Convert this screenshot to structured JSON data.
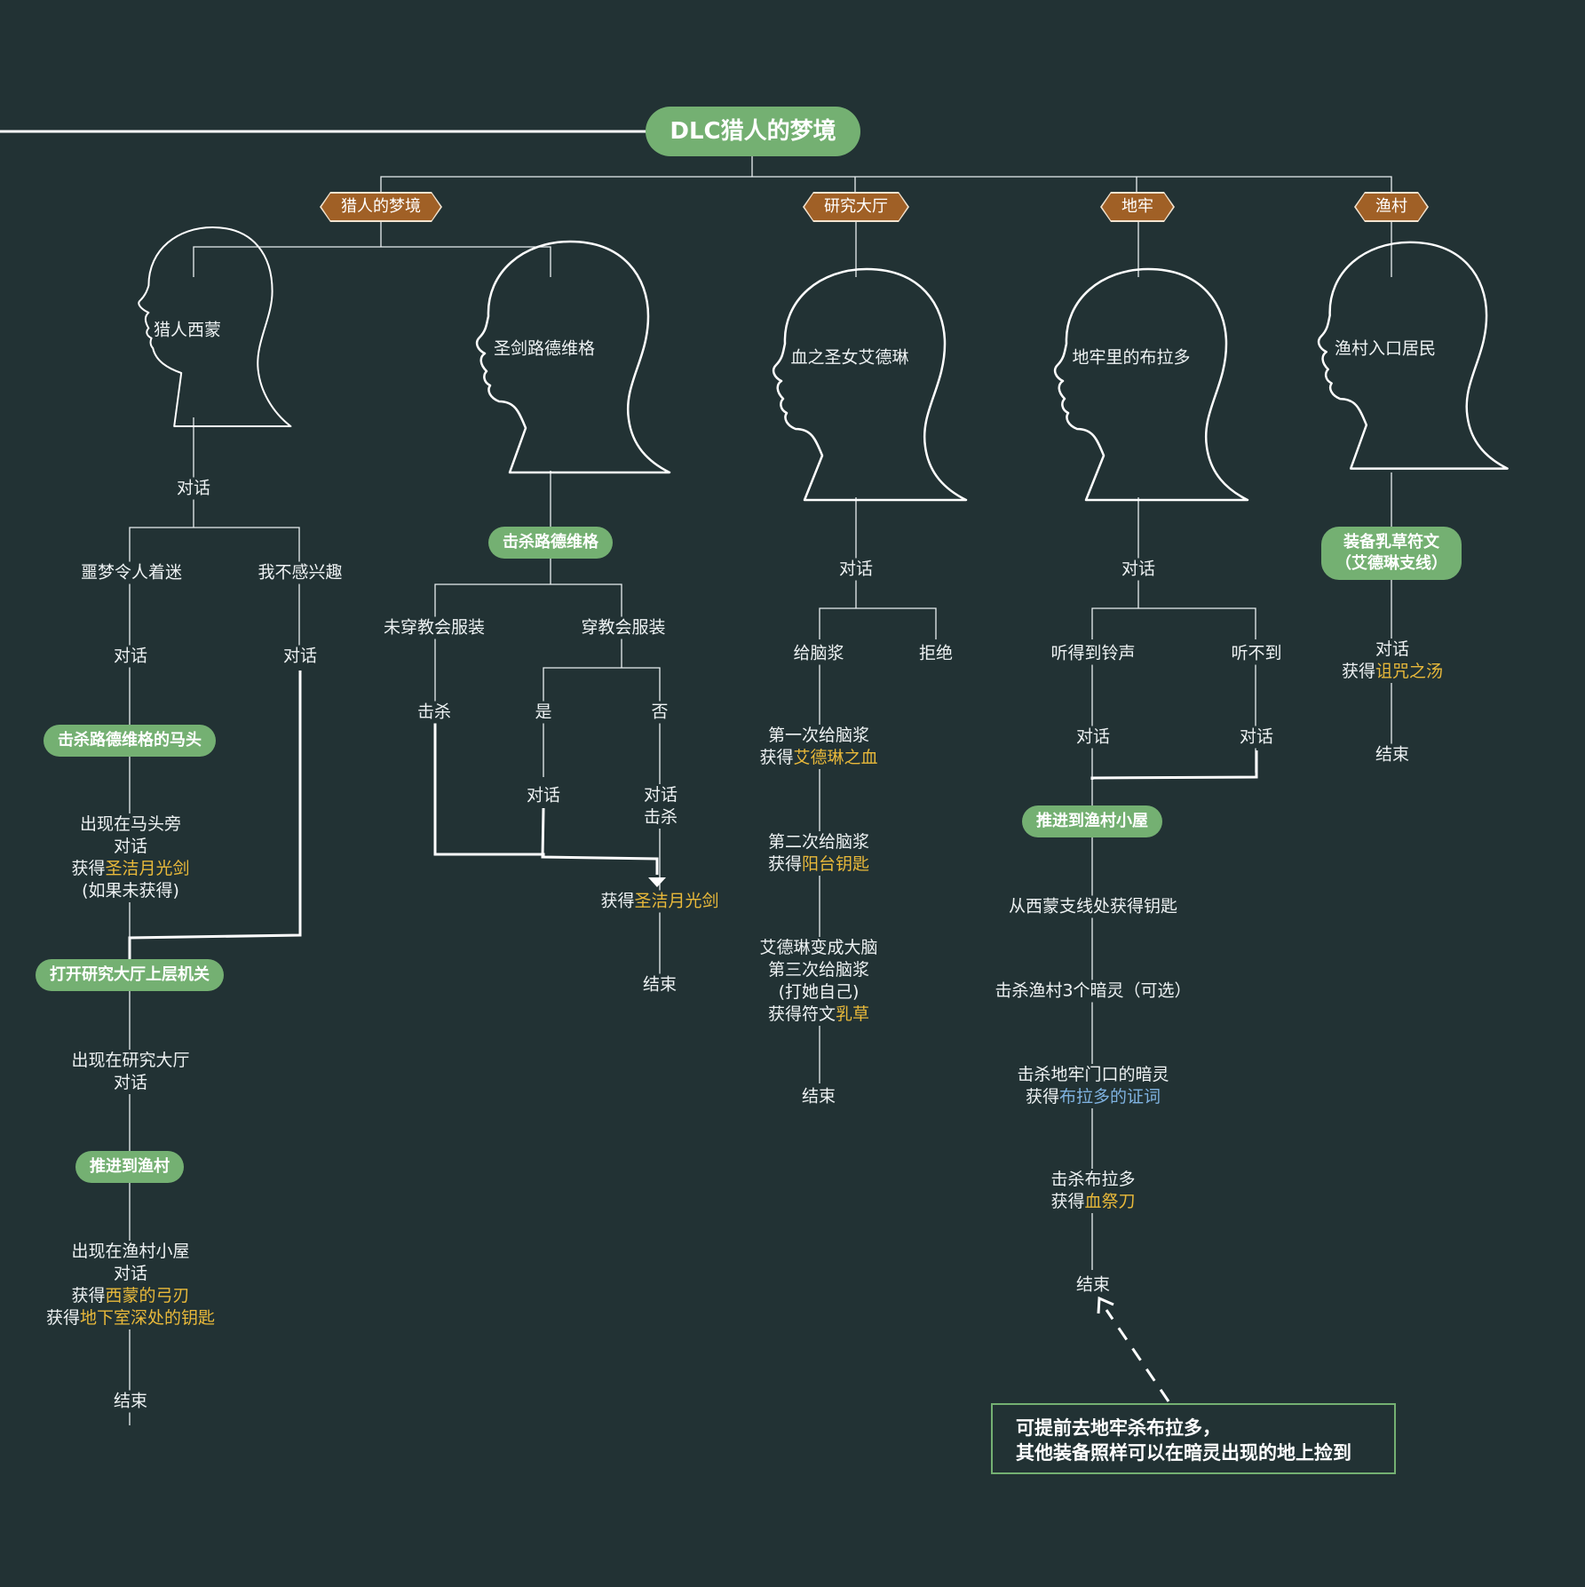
{
  "root": "DLC猎人的梦境",
  "categories": {
    "dream": "猎人的梦境",
    "lecture": "研究大厅",
    "dungeon": "地牢",
    "village": "渔村"
  },
  "heads": {
    "simon": "猎人西蒙",
    "ludwig": "圣剑路德维格",
    "adeline": "血之圣女艾德琳",
    "brador": "地牢里的布拉多",
    "villager": "渔村入口居民"
  },
  "simon": {
    "talk": "对话",
    "opt1": "噩梦令人着迷",
    "opt2": "我不感兴趣",
    "talk_a": "对话",
    "talk_b": "对话",
    "pill1": "击杀路德维格的马头",
    "appear1": [
      "出现在马头旁",
      "对话"
    ],
    "get1_prefix": "获得",
    "get1_item": "圣洁月光剑",
    "appear1_note": "(如果未获得)",
    "pill2": "打开研究大厅上层机关",
    "appear2": [
      "出现在研究大厅",
      "对话"
    ],
    "pill3": "推进到渔村",
    "appear3": [
      "出现在渔村小屋",
      "对话"
    ],
    "get2_prefix": "获得",
    "get2_item": "西蒙的弓刃",
    "get3_prefix": "获得",
    "get3_item": "地下室深处的钥匙",
    "end": "结束"
  },
  "ludwig": {
    "pill": "击杀路德维格",
    "opt1": "未穿教会服装",
    "opt2": "穿教会服装",
    "kill": "击杀",
    "yes": "是",
    "no": "否",
    "talk": "对话",
    "talk_kill": [
      "对话",
      "击杀"
    ],
    "get_prefix": "获得",
    "get_item": "圣洁月光剑",
    "end": "结束"
  },
  "adeline": {
    "talk": "对话",
    "opt1": "给脑浆",
    "opt2": "拒绝",
    "step1": "第一次给脑浆",
    "get1_prefix": "获得",
    "get1_item": "艾德琳之血",
    "step2": "第二次给脑浆",
    "get2_prefix": "获得",
    "get2_item": "阳台钥匙",
    "step3": [
      "艾德琳变成大脑",
      "第三次给脑浆",
      "(打她自己)"
    ],
    "get3_prefix": "获得符文",
    "get3_item": "乳草",
    "end": "结束"
  },
  "brador": {
    "talk": "对话",
    "opt1": "听得到铃声",
    "opt2": "听不到",
    "talk_a": "对话",
    "talk_b": "对话",
    "pill": "推进到渔村小屋",
    "step1": "从西蒙支线处获得钥匙",
    "step2": "击杀渔村3个暗灵（可选）",
    "step3": "击杀地牢门口的暗灵",
    "get1_prefix": "获得",
    "get1_item": "布拉多的证词",
    "step4": "击杀布拉多",
    "get2_prefix": "获得",
    "get2_item": "血祭刀",
    "end": "结束"
  },
  "villager": {
    "pill": [
      "装备乳草符文",
      "（艾德琳支线）"
    ],
    "talk": "对话",
    "get_prefix": "获得",
    "get_item": "诅咒之汤",
    "end": "结束"
  },
  "note": [
    "可提前去地牢杀布拉多，",
    "其他装备照样可以在暗灵出现的地上捡到"
  ],
  "colors": {
    "background": "#223234",
    "pill": "#74b072",
    "category": "#a06026",
    "highlight": "#e9b93a",
    "highlight_blue": "#7fb2e0"
  }
}
